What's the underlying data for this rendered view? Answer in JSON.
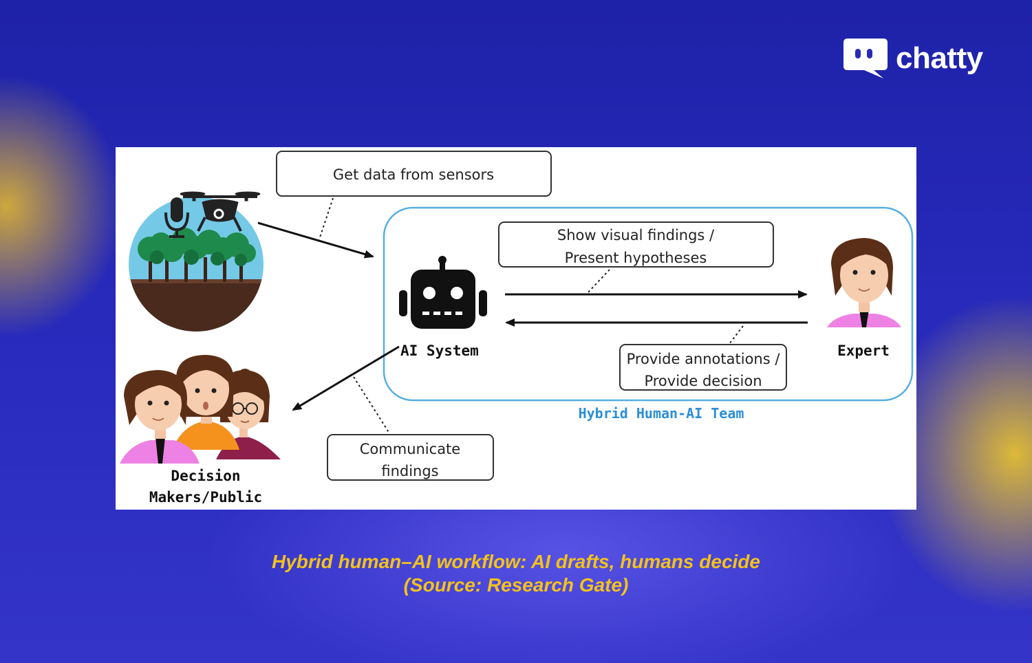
{
  "brand": {
    "name": "chatty",
    "logo_color": "#ffffff"
  },
  "diagram": {
    "boxes": {
      "sensors": "Get data from sensors",
      "visual_line1": "Show visual findings /",
      "visual_line2": "Present hypotheses",
      "annotations_line1": "Provide annotations /",
      "annotations_line2": "Provide decision",
      "communicate_line1": "Communicate",
      "communicate_line2": "findings"
    },
    "labels": {
      "ai_system": "AI System",
      "expert": "Expert",
      "decision_line1": "Decision",
      "decision_line2": "Makers/Public",
      "team": "Hybrid Human-AI Team"
    },
    "colors": {
      "team_border": "#57aee2",
      "team_label": "#2b8fd6",
      "person_shirt": "#ee82e4"
    }
  },
  "caption": {
    "line1": "Hybrid human–AI workflow: AI drafts, humans decide",
    "line2": "(Source: Research Gate)",
    "color": "#f3c21b"
  }
}
